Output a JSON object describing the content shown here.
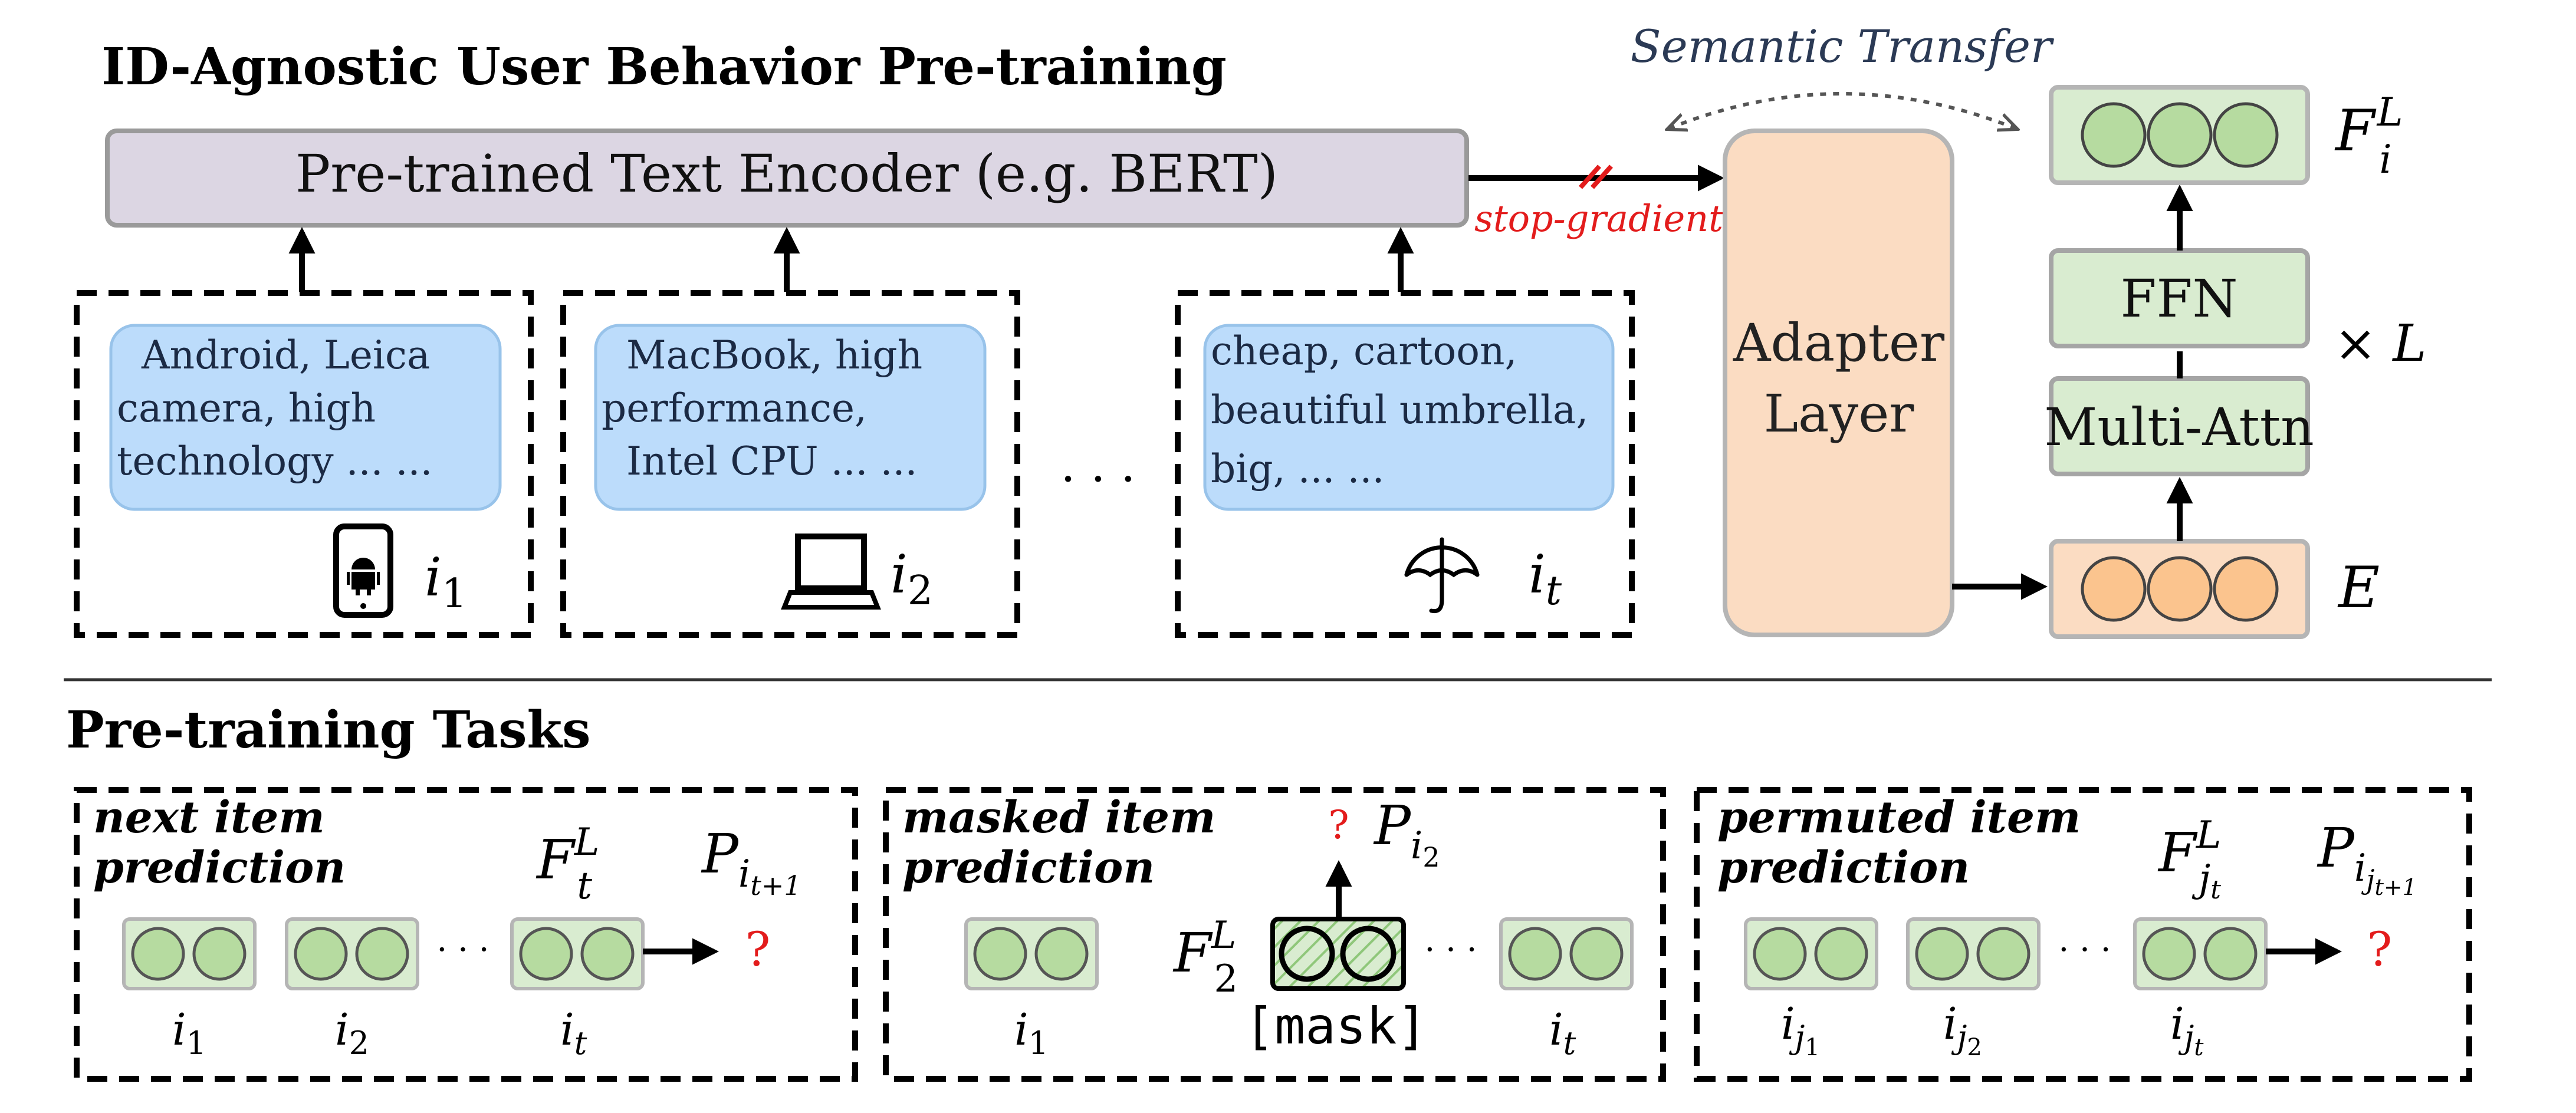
{
  "section_top": {
    "title": "ID-Agnostic User Behavior Pre-training",
    "encoder_label": "Pre-trained Text Encoder (e.g. BERT)",
    "stop_gradient": "stop-gradient",
    "semantic_transfer": "Semantic Transfer",
    "adapter_line1": "Adapter",
    "adapter_line2": "Layer",
    "ffn": "FFN",
    "multi_attn": "Multi-Attn",
    "times_l": "× L",
    "f_label": "F",
    "f_sub": "i",
    "f_sup": "L",
    "e_label": "E",
    "ellipsis": "· · ·",
    "items": [
      {
        "text_lines": [
          "Android, Leica",
          "camera, high",
          "technology ... ..."
        ],
        "icon": "android-phone-icon",
        "id_base": "i",
        "id_sub": "1"
      },
      {
        "text_lines": [
          "MacBook, high",
          "performance,",
          "Intel CPU ... ..."
        ],
        "icon": "laptop-icon",
        "id_base": "i",
        "id_sub": "2"
      },
      {
        "text_lines": [
          "cheap, cartoon,",
          "beautiful umbrella,",
          "big, ... ..."
        ],
        "icon": "umbrella-icon",
        "id_base": "i",
        "id_sub": "t"
      }
    ]
  },
  "section_bottom": {
    "title": "Pre-training Tasks",
    "tasks": [
      {
        "title_line1": "next item",
        "title_line2": "prediction",
        "f_base": "F",
        "f_sub": "t",
        "f_sup": "L",
        "p_base": "P",
        "p_sub": "i",
        "p_subsub": "t+1",
        "question": "?",
        "labels": [
          {
            "base": "i",
            "sub": "1"
          },
          {
            "base": "i",
            "sub": "2"
          },
          {
            "base": "i",
            "sub": "t"
          }
        ]
      },
      {
        "title_line1": "masked item",
        "title_line2": "prediction",
        "f_base": "F",
        "f_sub": "2",
        "f_sup": "L",
        "p_base": "P",
        "p_sub": "i",
        "p_subsub": "2",
        "question": "?",
        "mask_token": "[mask]",
        "labels": [
          {
            "base": "i",
            "sub": "1"
          },
          {
            "base": "i",
            "sub": "t"
          }
        ]
      },
      {
        "title_line1": "permuted item",
        "title_line2": "prediction",
        "f_base": "F",
        "f_sub": "j",
        "f_subsub": "t",
        "f_sup": "L",
        "p_base": "P",
        "p_sub": "i",
        "p_subsub": "j",
        "p_subsubsub": "t+1",
        "question": "?",
        "labels": [
          {
            "base": "i",
            "sub": "j",
            "subsub": "1"
          },
          {
            "base": "i",
            "sub": "j",
            "subsub": "2"
          },
          {
            "base": "i",
            "sub": "j",
            "subsub": "t"
          }
        ]
      }
    ]
  },
  "colors": {
    "encoder_fill": "#dcd6e3",
    "text_box_fill": "#bcdcfb",
    "adapter_fill": "#fbdcc2",
    "green_fill": "#d9ecd0",
    "green_circle": "#b6dba0",
    "orange_fill": "#fbdcc2",
    "orange_circle": "#fbc48e",
    "red": "#e31c1c"
  }
}
